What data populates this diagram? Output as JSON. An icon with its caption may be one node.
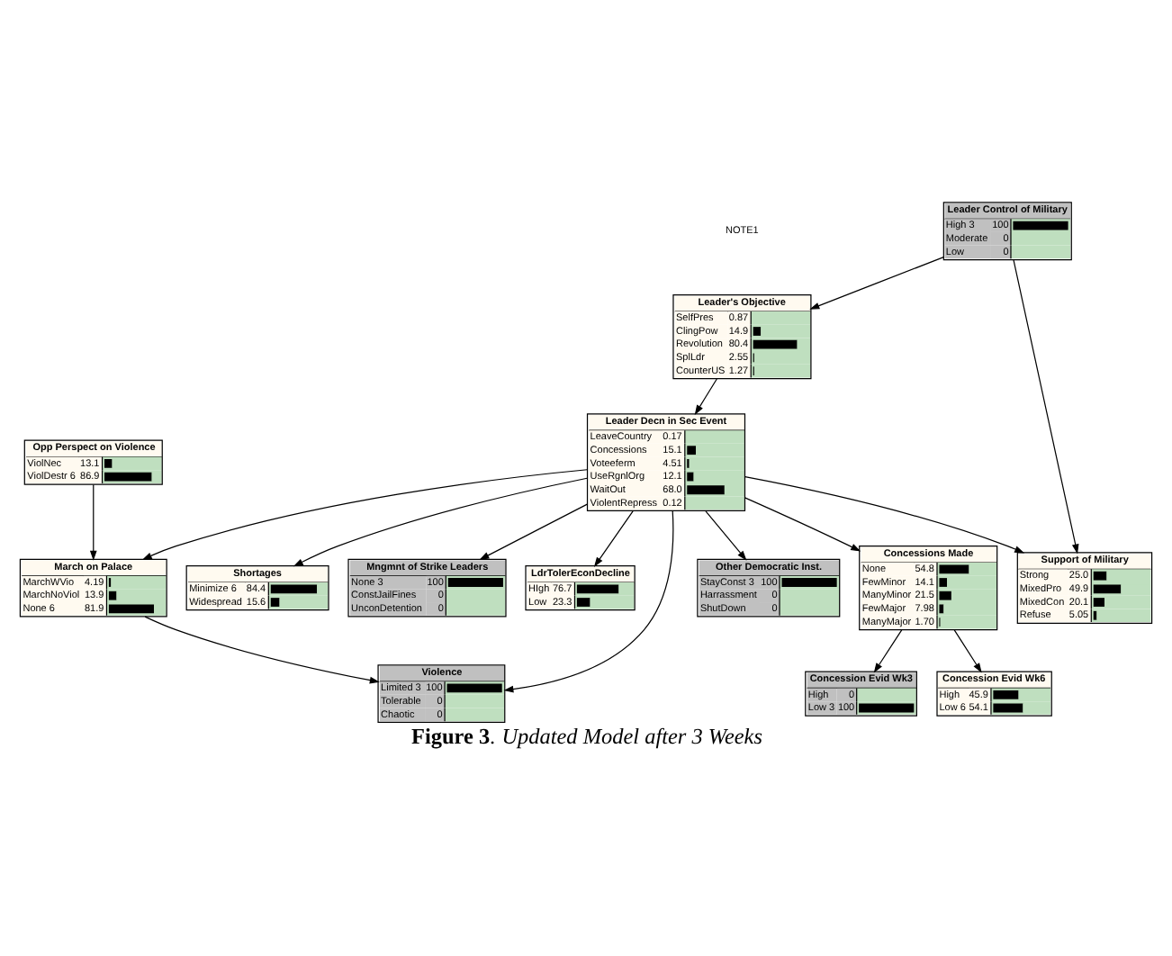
{
  "diagram": {
    "caption": "**Figure 3**. *Updated Model after 3 Weeks*",
    "nodes": [
      {
        "text": [
          "Leader Control of Military",
          "High 3",
          "100",
          "Moderate",
          "0",
          "Low",
          "0"
        ]
      },
      {
        "text": [
          "Leader's Objective",
          "SelfPres",
          "0.87",
          "ClingPow",
          "14.9",
          "Revolution",
          "80.4",
          "SplLdr",
          "2.55",
          "CounterUS",
          "1.27"
        ]
      },
      {
        "text": [
          "Other Democratic Inst.",
          "StayConst 3",
          "100",
          "Harrassment",
          "0",
          "ShutDown",
          "0"
        ]
      },
      {
        "text": [
          "Support of Military",
          "Strong",
          "25.0",
          "MixedPro",
          "49.9",
          "MixedCon",
          "20.1",
          "Refuse",
          "5.05"
        ]
      },
      {
        "text": [
          "Mngmnt of Strike Leaders",
          "None 3",
          "100",
          "ConstJailFines",
          "0",
          "UnconDetention",
          "0"
        ]
      },
      {
        "text": [
          "Leader Decn in Sec Event",
          "LeaveCountry",
          "0.17",
          "Concessions",
          "15.1",
          "Voteeferm",
          "4.51",
          "UseRgnlOrg",
          "12.1",
          "WaitOut",
          "68.0",
          "ViolentRepress",
          "0.12"
        ]
      },
      {
        "text": [
          "LdrTolerEconDecline",
          "HIgh",
          "76.7",
          "Low",
          "23.3"
        ]
      },
      {
        "text": [
          "March on Palace",
          "MarchWVio",
          "4.19",
          "MarchNoViol",
          "13.9",
          "None 6",
          "81.9"
        ]
      },
      {
        "text": [
          "Concessions Made",
          "None",
          "54.8",
          "FewMinor",
          "14.1",
          "ManyMinor",
          "21.5",
          "FewMajor",
          "7.98",
          "ManyMajor",
          "1.70"
        ]
      },
      {
        "text": [
          "Shortages",
          "Minimize 6",
          "84.4",
          "Widespread",
          "15.6"
        ]
      },
      {
        "text": [
          "Opp Perspect on Violence",
          "ViolNec",
          "13.1",
          "ViolDestr 6",
          "86.9"
        ]
      },
      {
        "text": [
          "Violence",
          "Limited 3",
          "100",
          "Tolerable",
          "0",
          "Chaotic",
          "0"
        ]
      },
      {
        "text": [
          "Concession Evid Wk3",
          "High",
          "0",
          "Low 3",
          "100"
        ]
      },
      {
        "text": [
          "Concession Evid Wk6",
          "High",
          "45.9",
          "Low 6",
          "54.1"
        ]
      }
    ],
    "edges": [
      {
        "from": 0,
        "to": 3,
        "arrow": "to"
      },
      {
        "from": 0,
        "to": 1,
        "arrow": "to"
      },
      {
        "from": 1,
        "to": 5,
        "arrow": "to"
      },
      {
        "from": 5,
        "to": 3,
        "arrow": "to"
      },
      {
        "from": 5,
        "to": 2,
        "arrow": "to"
      },
      {
        "from": 5,
        "to": 4,
        "arrow": "to"
      },
      {
        "from": 5,
        "to": 6,
        "arrow": "to"
      },
      {
        "from": 5,
        "to": 8,
        "arrow": "to"
      },
      {
        "from": 5,
        "to": 9,
        "arrow": "to"
      },
      {
        "from": 5,
        "to": 11,
        "arrow": "to"
      },
      {
        "from": 5,
        "to": 7,
        "arrow": "to"
      },
      {
        "from": 7,
        "to": 11,
        "arrow": "to"
      },
      {
        "from": 10,
        "to": 7,
        "arrow": "to"
      },
      {
        "from": 8,
        "to": 12,
        "arrow": "to"
      },
      {
        "from": 8,
        "to": 13,
        "arrow": "to"
      }
    ],
    "labels": [
      "NOTE1"
    ]
  }
}
